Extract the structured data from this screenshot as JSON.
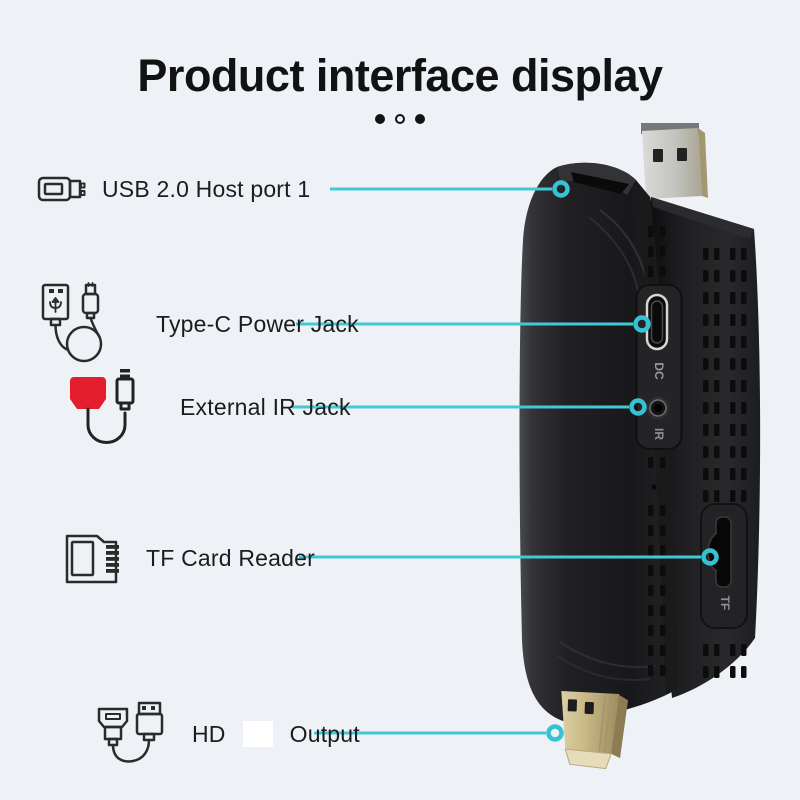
{
  "title": "Product interface display",
  "pager_dots": [
    "filled",
    "open",
    "filled"
  ],
  "callouts": {
    "usb": {
      "label": "USB 2.0 Host port 1"
    },
    "type_c": {
      "label": "Type-C Power Jack"
    },
    "ir": {
      "label": "External IR Jack"
    },
    "tf": {
      "label": "TF Card Reader"
    },
    "hdmi": {
      "label_prefix": "HD",
      "label_suffix": "Output",
      "censored_middle": true
    }
  },
  "device_port_labels": {
    "dc": "DC",
    "ir": "IR",
    "tf": "TF"
  },
  "colors": {
    "background": "#eef2f6",
    "accent_line": "#41c9d6",
    "title_text": "#121212",
    "label_text": "#1c1c1c",
    "ir_icon_red": "#e51e2e",
    "device_black": "#1b1b1d",
    "connector_silver": "#c6c7c2",
    "connector_gold": "#c9b885"
  }
}
